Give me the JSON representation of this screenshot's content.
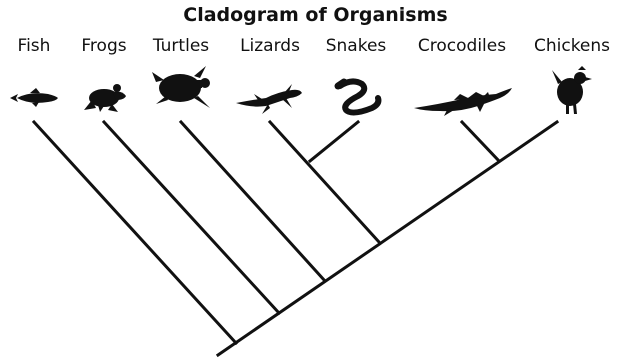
{
  "title": "Cladogram of Organisms",
  "organisms": [
    {
      "name": "Fish",
      "icon": "fish-icon"
    },
    {
      "name": "Frogs",
      "icon": "frog-icon"
    },
    {
      "name": "Turtles",
      "icon": "turtle-icon"
    },
    {
      "name": "Lizards",
      "icon": "lizard-icon"
    },
    {
      "name": "Snakes",
      "icon": "snake-icon"
    },
    {
      "name": "Crocodiles",
      "icon": "crocodile-icon"
    },
    {
      "name": "Chickens",
      "icon": "chicken-icon"
    }
  ],
  "colors": {
    "line": "#111111",
    "silhouette": "#111111",
    "background": "#ffffff"
  }
}
